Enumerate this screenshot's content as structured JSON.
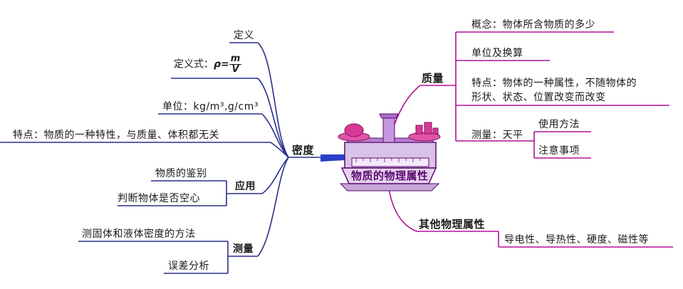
{
  "center": {
    "label": "物质的物理属性"
  },
  "density": {
    "label": "密度",
    "definition": "定义",
    "formula": {
      "prefix": "定义式：",
      "symbol": "ρ",
      "equals": "=",
      "numerator": "m",
      "denominator": "V"
    },
    "unit": "单位：kg/m³,g/cm³",
    "feature": "特点：物质的一种特性，与质量、体积都无关",
    "application": {
      "label": "应用",
      "items": [
        "物质的鉴别",
        "判断物体是否空心"
      ]
    },
    "measurement": {
      "label": "测量",
      "items": [
        "测固体和液体密度的方法",
        "误差分析"
      ]
    }
  },
  "mass": {
    "label": "质量",
    "concept": "概念：物体所含物质的多少",
    "units": "单位及换算",
    "feature_line1": "特点：物体的一种属性，不随物体的",
    "feature_line2": "形状、状态、位置改变而改变",
    "measure": {
      "label": "测量：天平",
      "items": [
        "使用方法",
        "注意事项"
      ]
    }
  },
  "other": {
    "label": "其他物理属性",
    "items": "导电性、导热性、硬度、磁性等"
  },
  "colors": {
    "density_branch": "#2a2f8c",
    "mass_branch": "#b0109a",
    "center_text": "#5a0a6e"
  }
}
